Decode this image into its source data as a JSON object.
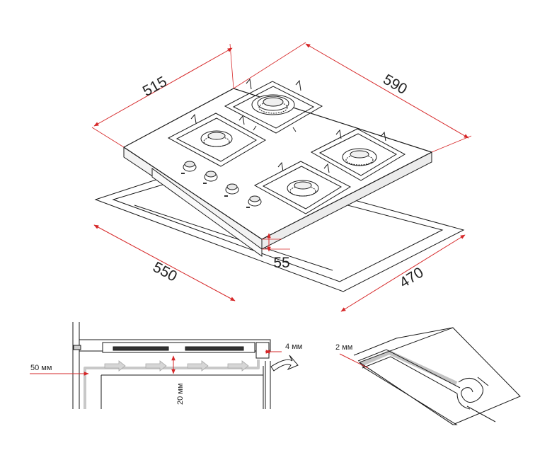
{
  "dimensions": {
    "width_top": "515",
    "depth_top": "590",
    "cutout_width": "550",
    "cutout_depth": "470",
    "thickness": "55"
  },
  "install": {
    "clearance_left": "50 мм",
    "gap_below": "20 мм",
    "gap_rear": "4 мм",
    "seal_thickness": "2 мм"
  },
  "colors": {
    "dimension_line": "#d62728",
    "outline": "#1a1a1a",
    "airflow_arrow": "#c8c8c8"
  }
}
